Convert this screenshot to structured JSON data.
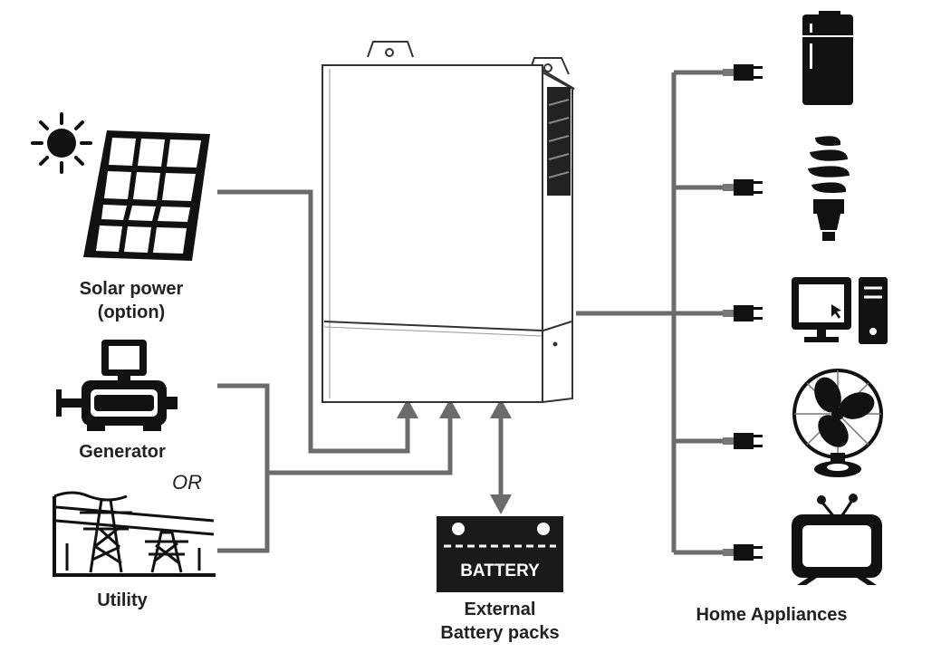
{
  "labels": {
    "solar_line1": "Solar power",
    "solar_line2": "(option)",
    "generator": "Generator",
    "or": "OR",
    "utility": "Utility",
    "battery_text": "BATTERY",
    "battery_line1": "External",
    "battery_line2": "Battery packs",
    "appliances": "Home Appliances"
  },
  "colors": {
    "line": "#6b6b6b",
    "ink": "#111111",
    "battery": "#1a1a1a"
  },
  "icons": [
    "sun-icon",
    "solar-panel-icon",
    "generator-icon",
    "utility-tower-icon",
    "inverter-icon",
    "battery-icon",
    "plug-icon",
    "refrigerator-icon",
    "bulb-icon",
    "computer-icon",
    "fan-icon",
    "tv-icon"
  ]
}
